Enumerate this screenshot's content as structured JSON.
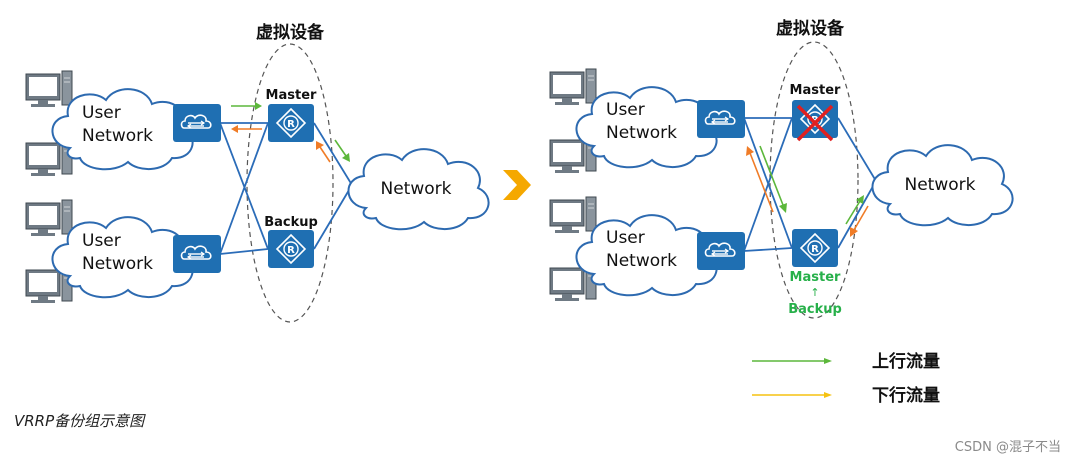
{
  "left_diagram": {
    "group_title": "虚拟设备",
    "cloud_top": "User\nNetwork",
    "cloud_bottom": "User\nNetwork",
    "network_label": "Network",
    "top_router_label": "Master",
    "bottom_router_label": "Backup"
  },
  "right_diagram": {
    "group_title": "虚拟设备",
    "cloud_top": "User\nNetwork",
    "cloud_bottom": "User\nNetwork",
    "network_label": "Network",
    "top_router_label": "Master",
    "bottom_router_label": "Master",
    "bottom_router_old_label": "Backup",
    "state_change_arrow": "↑"
  },
  "legend": {
    "upstream": "上行流量",
    "downstream": "下行流量"
  },
  "colors": {
    "router_blue": "#1f6fb2",
    "link_blue": "#2b6cb8",
    "upstream_green": "#5cb73b",
    "downstream_orange": "#f07c27",
    "transition_arrow": "#f5a800",
    "fail_red": "#e02020",
    "new_master_green": "#27b04a",
    "legend_downstream": "#f5c211"
  },
  "caption": "VRRP备份组示意图",
  "watermark": "CSDN @混子不当"
}
